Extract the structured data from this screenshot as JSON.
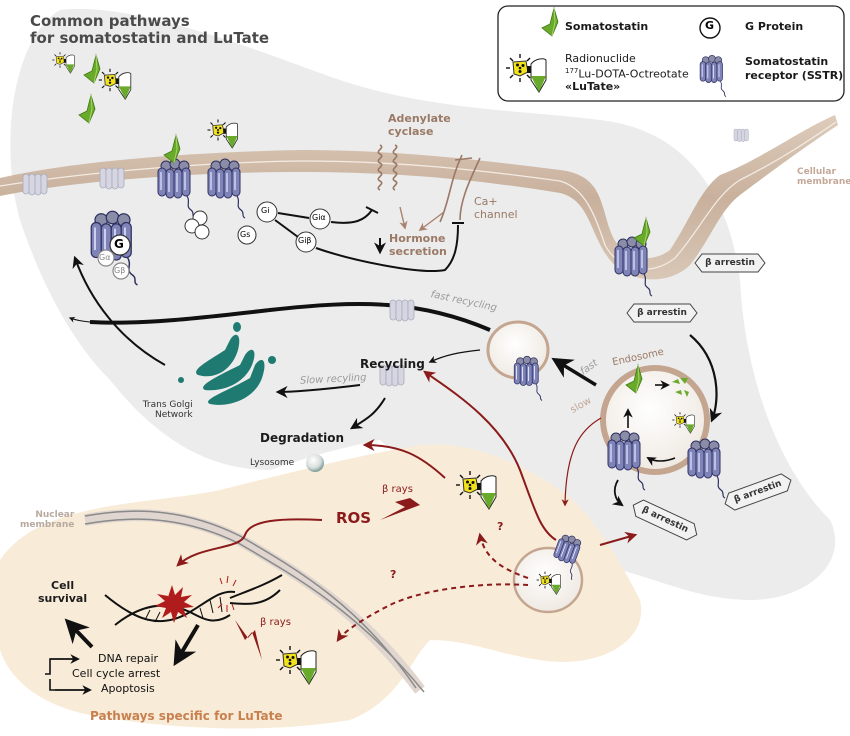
{
  "title": "Common pathways for somatostatin and LuTate",
  "title_lines": [
    "Common pathways",
    "for somatostatin and LuTate"
  ],
  "legend": {
    "somatostatin": "Somatostatin",
    "g_protein_symbol": "G",
    "g_protein": "G Protein",
    "radionuclide_line1": "Radionuclide",
    "radionuclide_sup": "177",
    "radionuclide_line2": "Lu-DOTA-Octreotate",
    "radionuclide_line3": "«LuTate»",
    "sstr_line1": "Somatostatin",
    "sstr_line2": "receptor (SSTR)"
  },
  "membrane": {
    "cellular_line1": "Cellular",
    "cellular_line2": "membrane",
    "nuclear_line1": "Nuclear",
    "nuclear_line2": "membrane"
  },
  "signaling": {
    "adenylate_line1": "Adenylate",
    "adenylate_line2": "cyclase",
    "ca_line1": "Ca+",
    "ca_line2": "channel",
    "hormone_line1": "Hormone",
    "hormone_line2": "secretion",
    "down_arrow": "↓",
    "g_nodes": {
      "G": "G",
      "Ga": "Gα",
      "Gb": "Gβ",
      "Gi": "Gi",
      "Gs": "Gs",
      "Gia": "Giα",
      "Gib": "Giβ"
    }
  },
  "trafficking": {
    "fast_recycling": "fast recycling",
    "recycling": "Recycling",
    "slow_recycling": "Slow recyling",
    "trans_golgi_line1": "Trans Golgi",
    "trans_golgi_line2": "Network",
    "degradation": "Degradation",
    "lysosome": "Lysosome",
    "endosome": "Endosome",
    "fast": "fast",
    "slow": "slow",
    "beta_arrestin": "β arrestin"
  },
  "lutate_specific": {
    "ros": "ROS",
    "beta_rays": "β rays",
    "question": "?",
    "cell_survival_line1": "Cell",
    "cell_survival_line2": "survival",
    "dna_repair": "DNA repair",
    "cell_cycle_arrest": "Cell cycle arrest",
    "apoptosis": "Apoptosis",
    "section_title": "Pathways specific for LuTate"
  },
  "colors": {
    "receptor": "#7e83b8",
    "receptor_dark": "#2e3160",
    "somatostatin_green": "#6aaa2a",
    "radionuclide_yellow": "#f2e21a",
    "membrane_tan": "#cdb6a3",
    "cell_grey": "#ececec",
    "nucleus_cream": "#f8ecd8",
    "dark_red": "#8b1a1a",
    "golgi_teal": "#1f7a72",
    "brown_text": "#9a7a66",
    "lutate_title_orange": "#c8804f"
  }
}
